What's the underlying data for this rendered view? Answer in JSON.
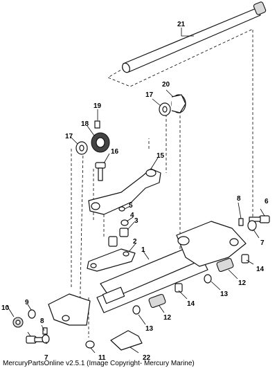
{
  "diagram": {
    "callouts": [
      "1",
      "2",
      "3",
      "4",
      "5",
      "6",
      "7",
      "7",
      "8",
      "8",
      "9",
      "10",
      "11",
      "12",
      "12",
      "13",
      "13",
      "14",
      "14",
      "15",
      "16",
      "17",
      "17",
      "18",
      "19",
      "20",
      "21",
      "22"
    ],
    "caption": "MercuryPartsOnline v2.5.1 (Image Copyright- Mercury Marine)"
  }
}
